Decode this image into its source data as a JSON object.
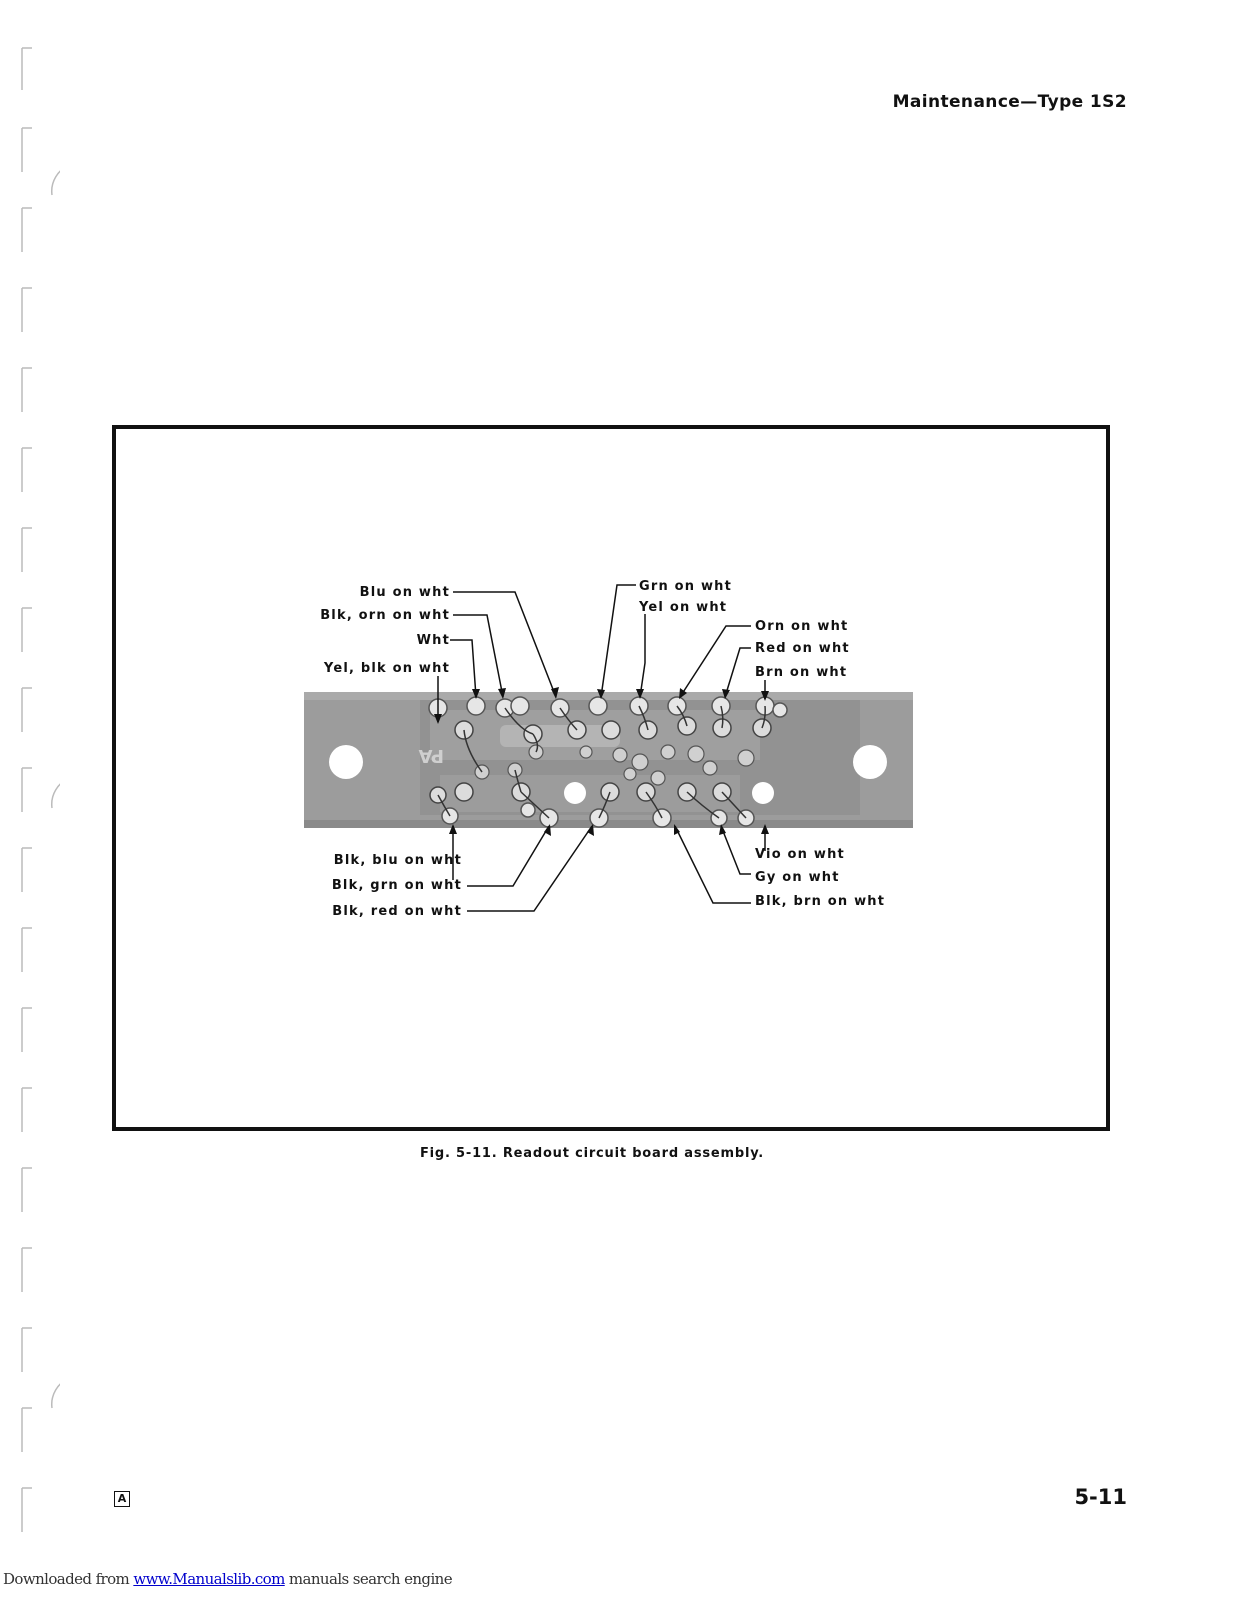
{
  "header": {
    "title": "Maintenance—Type 1S2"
  },
  "figure": {
    "caption": "Fig. 5-11. Readout circuit board assembly.",
    "board_marking": "PA",
    "labels": {
      "blu_on_wht": "Blu on wht",
      "blk_orn_on_wht": "Blk, orn on wht",
      "wht": "Wht",
      "yel_blk_on_wht": "Yel, blk on wht",
      "grn_on_wht": "Grn on wht",
      "yel_on_wht": "Yel on wht",
      "orn_on_wht": "Orn on wht",
      "red_on_wht": "Red on wht",
      "brn_on_wht": "Brn on wht",
      "blk_blu_on_wht": "Blk, blu on wht",
      "blk_grn_on_wht": "Blk, grn on wht",
      "blk_red_on_wht": "Blk, red on wht",
      "vio_on_wht": "Vio on wht",
      "gy_on_wht": "Gy on wht",
      "blk_brn_on_wht": "Blk, brn on wht"
    }
  },
  "footer": {
    "revision_mark": "A",
    "page_number": "5-11",
    "download_prefix": "Downloaded from ",
    "download_link": "www.Manualslib.com",
    "download_suffix": " manuals search engine"
  }
}
